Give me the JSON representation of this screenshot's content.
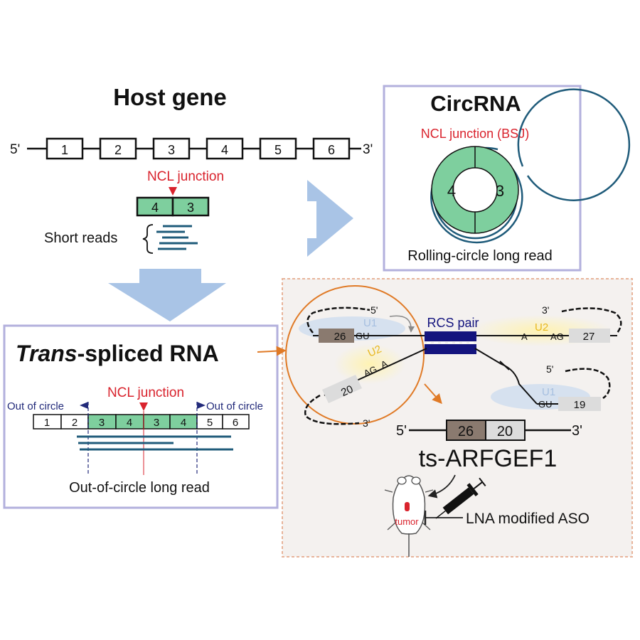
{
  "host_gene": {
    "title": "Host gene",
    "five_prime": "5'",
    "three_prime": "3'",
    "exons": [
      "1",
      "2",
      "3",
      "4",
      "5",
      "6"
    ]
  },
  "ncl_junction_label": "NCL junction",
  "junction_exons": [
    "4",
    "3"
  ],
  "short_reads_label": "Short reads",
  "circrna": {
    "title": "CircRNA",
    "bsj_label": "NCL junction (BSJ)",
    "left_exon": "4",
    "right_exon": "3",
    "caption": "Rolling-circle long read"
  },
  "trans_spliced": {
    "title_italic": "Trans",
    "title_rest": "-spliced RNA",
    "ncl_label": "NCL junction",
    "out_left": "Out of circle",
    "out_right": "Out of circle",
    "exons": [
      "1",
      "2",
      "3",
      "4",
      "3",
      "4",
      "5",
      "6"
    ],
    "caption": "Out-of-circle long read"
  },
  "mechanism": {
    "rcs_pair": "RCS pair",
    "five_prime_a": "5'",
    "three_prime_a": "3'",
    "five_prime_b": "5'",
    "three_prime_b": "3'",
    "u1_a": "U1",
    "u2_a": "U2",
    "u2_b": "U2",
    "u1_b": "U1",
    "gu_a": "GU",
    "gu_b": "GU",
    "ag_a": "AG",
    "ag_b": "AG",
    "a_a": "A",
    "a_b": "A",
    "exon26": "26",
    "exon20": "20",
    "exon27": "27",
    "exon19": "19"
  },
  "product": {
    "five_prime": "5'",
    "three_prime": "3'",
    "exon_a": "26",
    "exon_b": "20",
    "name": "ts-ARFGEF1",
    "tumor": "tumor",
    "aso": "LNA modified ASO"
  },
  "colors": {
    "exon_green": "#7ecf9e",
    "red": "#d9232d",
    "panel_border": "#b3b0dd",
    "read_blue": "#1f5b7a",
    "arrow_blue": "#a9c4e6",
    "rcs_navy": "#14147e",
    "orange": "#e07a26"
  }
}
